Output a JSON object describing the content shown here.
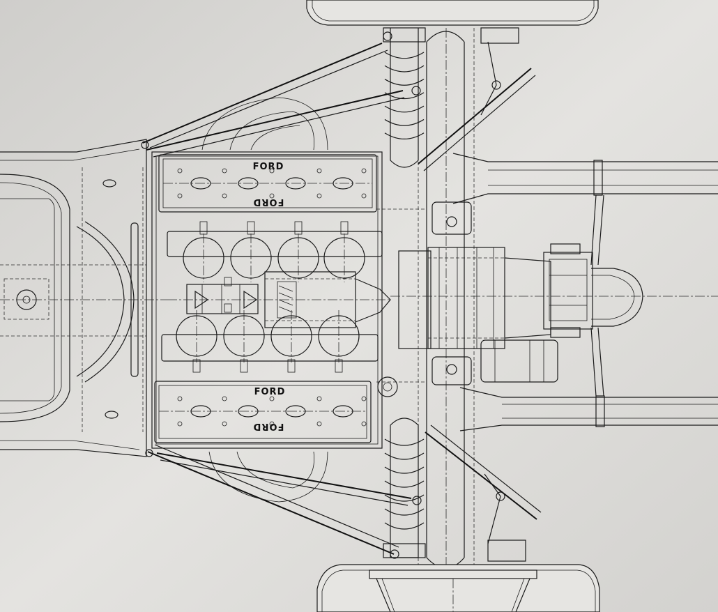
{
  "drawing": {
    "bank_labels": {
      "top_upper": "FORD",
      "top_lower": "FORD",
      "bottom_upper": "FORD",
      "bottom_lower": "FORD"
    },
    "colors": {
      "paper": "#d9d8d6",
      "ink": "#1a1a1a"
    }
  }
}
